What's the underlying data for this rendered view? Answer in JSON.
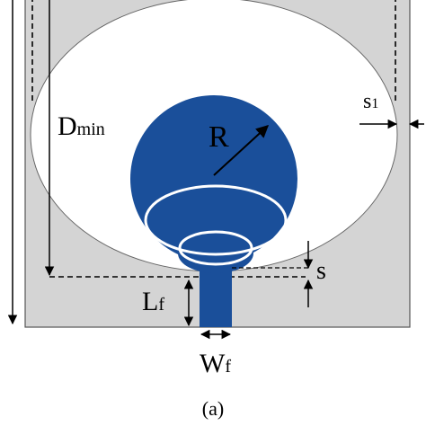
{
  "labels": {
    "d_min": {
      "main": "D",
      "sub": "min"
    },
    "r": {
      "main": "R"
    },
    "s1": {
      "main": "s",
      "sub": "1"
    },
    "s": {
      "main": "s"
    },
    "l_f": {
      "main": "L",
      "sub": "f"
    },
    "w_f": {
      "main": "W",
      "sub": "f"
    }
  },
  "caption": "(a)",
  "colors": {
    "substrate": "#d4d4d4",
    "patch": "#1a4f9a",
    "outline": "#555555"
  }
}
